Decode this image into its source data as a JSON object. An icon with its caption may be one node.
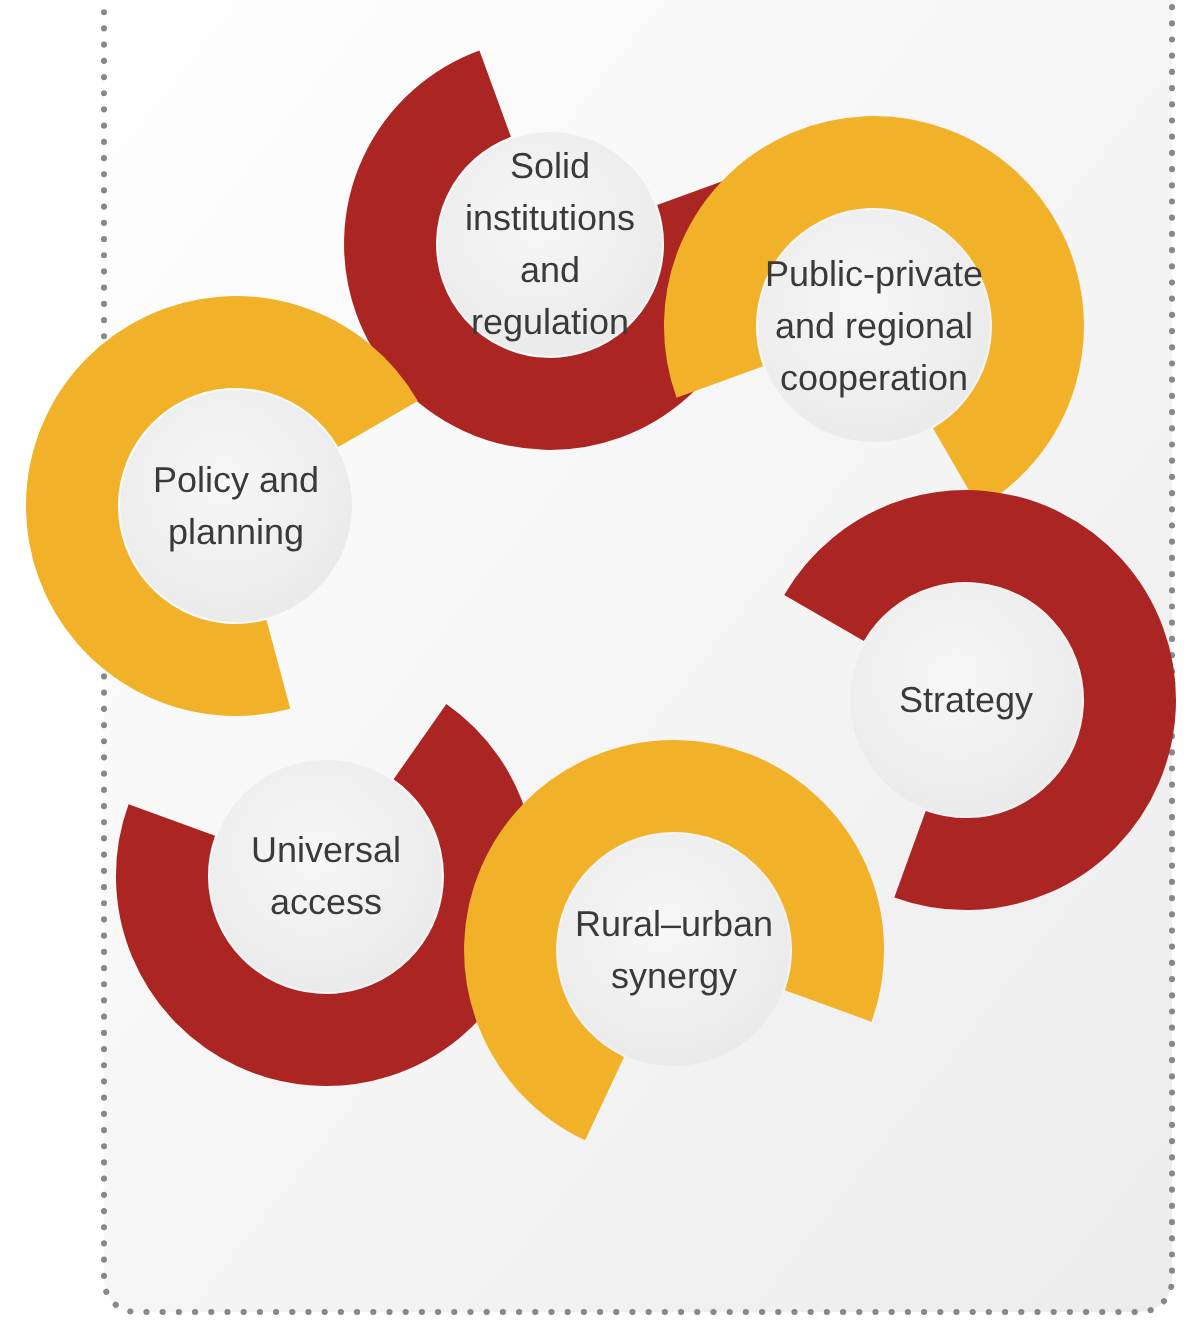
{
  "diagram": {
    "nodes": [
      {
        "text": [
          "Solid institutions and regulation"
        ]
      },
      {
        "text": [
          "Public-private and regional cooperation"
        ]
      },
      {
        "text": [
          "Policy and planning"
        ]
      },
      {
        "text": [
          "Strategy"
        ]
      },
      {
        "text": [
          "Universal access"
        ]
      },
      {
        "text": [
          "Rural–urban synergy"
        ]
      }
    ]
  }
}
